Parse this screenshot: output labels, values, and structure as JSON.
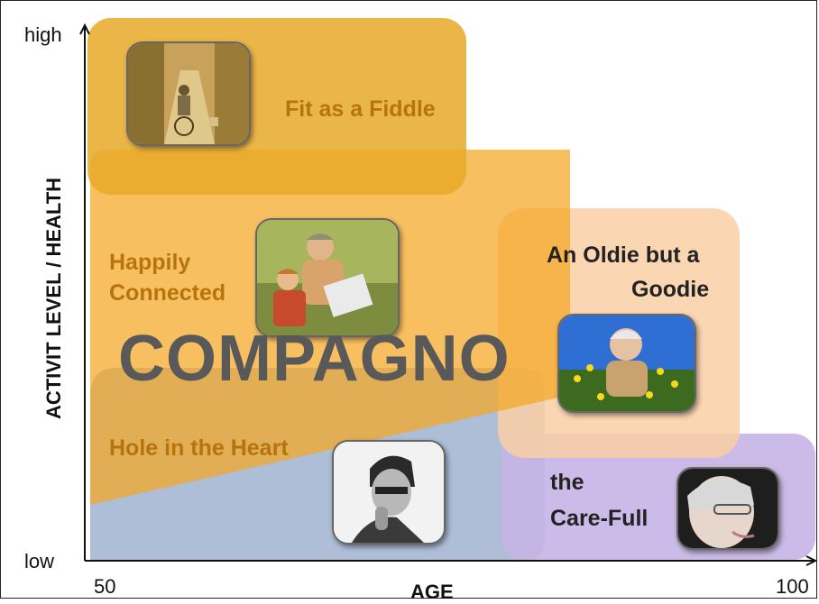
{
  "brand": "COMPAGNO",
  "axes": {
    "y_label": "ACTIVIT LEVEL / HEALTH",
    "y_high": "high",
    "y_low": "low",
    "x_label": "AGE",
    "x_min": "50",
    "x_max": "100"
  },
  "segments": {
    "fit": {
      "label": "Fit as a Fiddle",
      "color": "#e8a928",
      "photo_icon": "cyclist-photo-icon"
    },
    "happy": {
      "line1": "Happily",
      "line2": "Connected",
      "color": "#f5a623",
      "photo_icon": "grandmother-child-photo-icon"
    },
    "oldie": {
      "line1": "An Oldie but a",
      "line2": "Goodie",
      "color": "#f9cfa4",
      "photo_icon": "elderly-woman-flowers-photo-icon"
    },
    "hole": {
      "label": "Hole in the Heart",
      "color": "#9fb3cf",
      "photo_icon": "pensive-man-photo-icon"
    },
    "care": {
      "line1": "the",
      "line2": "Care-Full",
      "color": "#c7b4e6",
      "photo_icon": "elderly-woman-portrait-photo-icon"
    }
  },
  "colors": {
    "label_gold": "#b8740c",
    "label_dark": "#222222",
    "brand": "#595959"
  }
}
